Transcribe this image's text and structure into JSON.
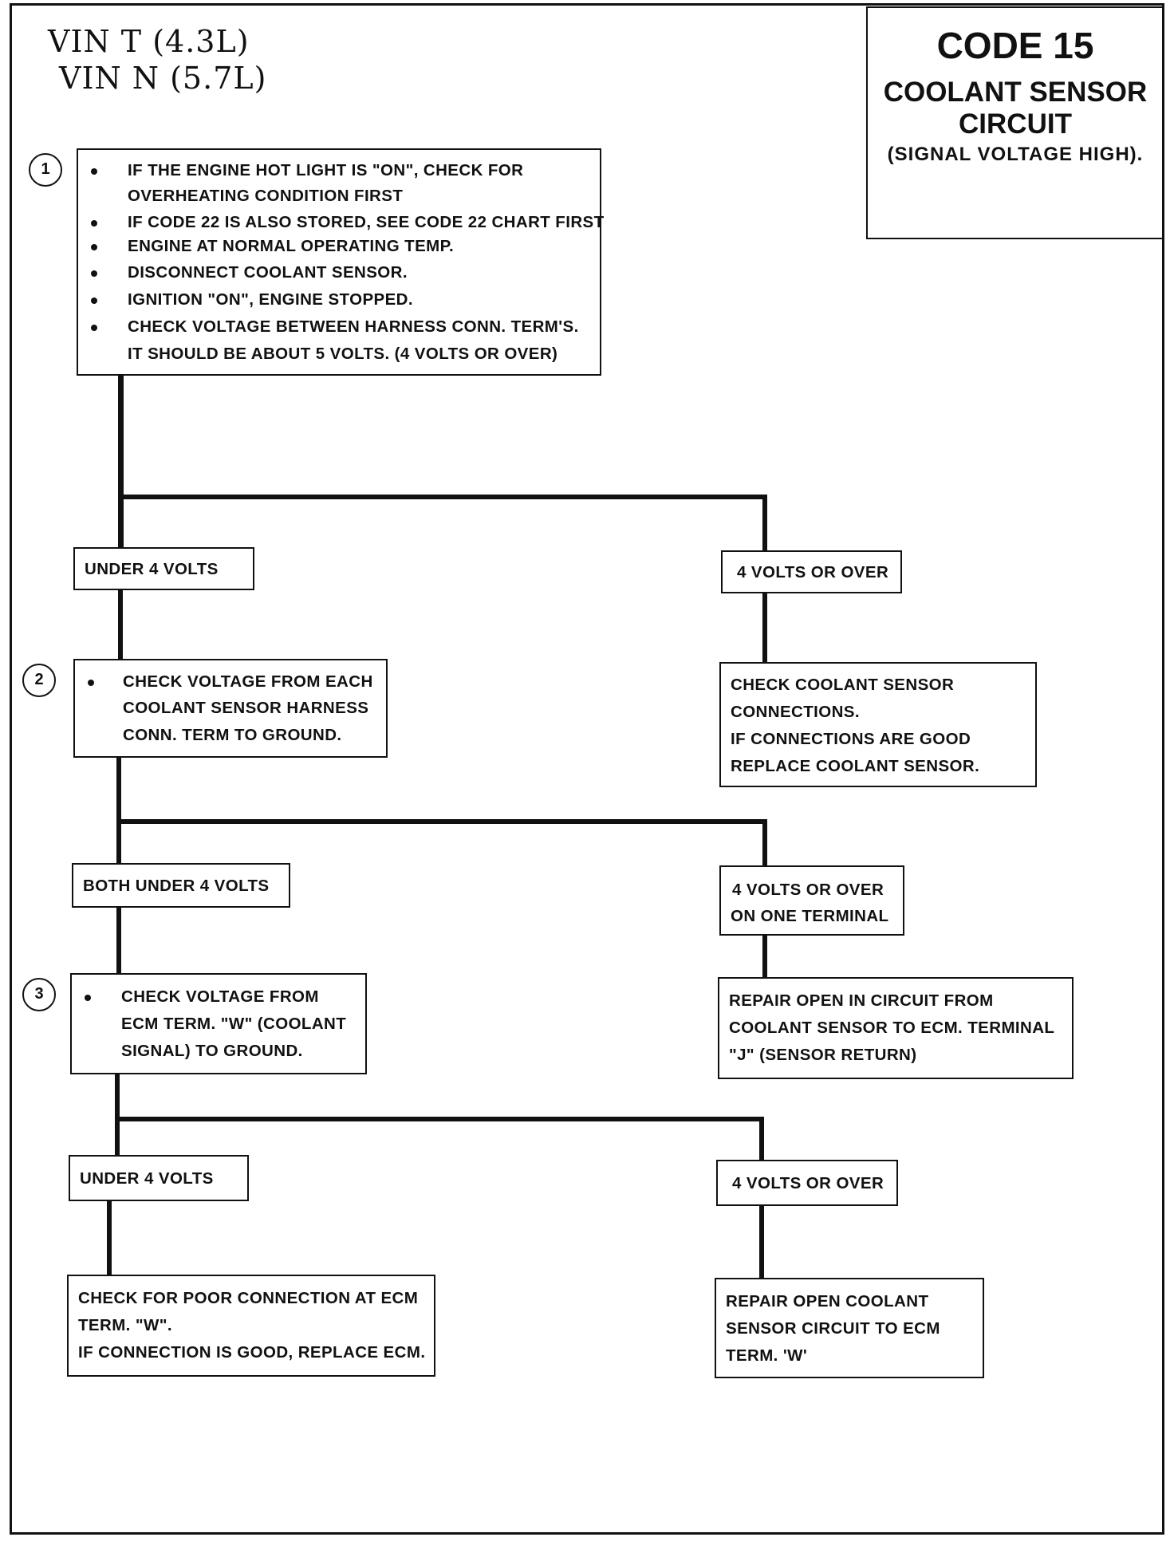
{
  "vin": {
    "line1": "VIN T (4.3L)",
    "line2": "VIN N (5.7L)"
  },
  "code_box": {
    "title": "CODE 15",
    "subtitle1": "COOLANT SENSOR",
    "subtitle2": "CIRCUIT",
    "note": "(SIGNAL VOLTAGE HIGH)."
  },
  "step1": {
    "number": "1",
    "lines": [
      "IF THE ENGINE HOT LIGHT IS \"ON\", CHECK FOR",
      "OVERHEATING CONDITION FIRST",
      "IF CODE 22 IS ALSO STORED, SEE CODE 22 CHART FIRST",
      "ENGINE AT NORMAL OPERATING TEMP.",
      "DISCONNECT COOLANT SENSOR.",
      "IGNITION \"ON\", ENGINE STOPPED.",
      "CHECK VOLTAGE BETWEEN HARNESS CONN. TERM'S.",
      "IT SHOULD BE  ABOUT 5 VOLTS. (4 VOLTS OR OVER)"
    ]
  },
  "branch1": {
    "left_label": "UNDER 4 VOLTS",
    "right_label": "4 VOLTS OR OVER",
    "right_result": [
      "CHECK COOLANT SENSOR",
      "CONNECTIONS.",
      "IF CONNECTIONS ARE GOOD",
      "REPLACE COOLANT SENSOR."
    ]
  },
  "step2": {
    "number": "2",
    "lines": [
      "CHECK  VOLTAGE FROM EACH",
      "COOLANT SENSOR HARNESS",
      "CONN. TERM TO GROUND."
    ]
  },
  "branch2": {
    "left_label": "BOTH  UNDER 4 VOLTS",
    "right_label": [
      "4 VOLTS OR OVER",
      "ON ONE  TERMINAL"
    ],
    "right_result": [
      "REPAIR  OPEN IN CIRCUIT FROM",
      "COOLANT SENSOR TO ECM. TERMINAL",
      "\"J\" (SENSOR RETURN)"
    ]
  },
  "step3": {
    "number": "3",
    "lines": [
      "CHECK VOLTAGE FROM",
      "ECM TERM. \"W\" (COOLANT",
      "SIGNAL) TO GROUND."
    ]
  },
  "branch3": {
    "left_label": "UNDER 4 VOLTS",
    "right_label": "4 VOLTS OR OVER",
    "left_result": [
      "CHECK FOR POOR CONNECTION AT ECM",
      "TERM. \"W\".",
      "IF CONNECTION IS GOOD, REPLACE ECM."
    ],
    "right_result": [
      "REPAIR OPEN COOLANT",
      "SENSOR CIRCUIT TO ECM",
      "TERM. 'W'"
    ]
  }
}
